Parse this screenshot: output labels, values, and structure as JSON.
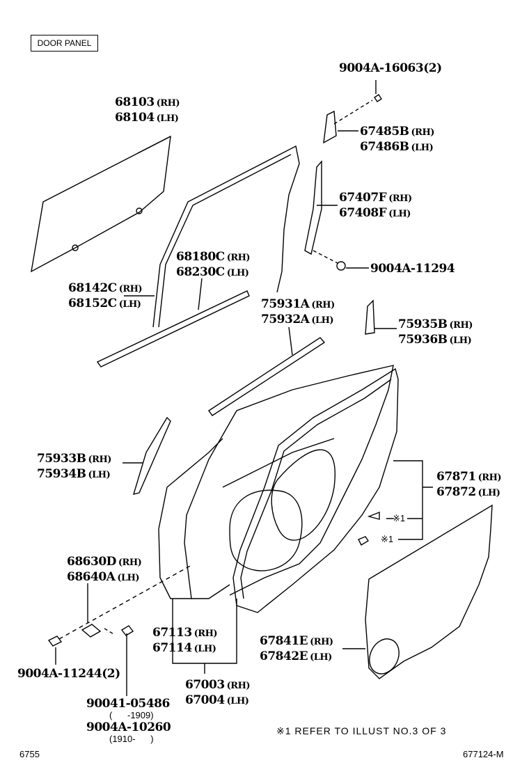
{
  "title": "DOOR PANEL",
  "parts": [
    {
      "id": "p1",
      "lines": [
        {
          "num": "9004A-16063(2)",
          "side": ""
        }
      ]
    },
    {
      "id": "p2",
      "lines": [
        {
          "num": "68103",
          "side": "(RH)"
        },
        {
          "num": "68104",
          "side": "(LH)"
        }
      ]
    },
    {
      "id": "p3",
      "lines": [
        {
          "num": "67485B",
          "side": "(RH)"
        },
        {
          "num": "67486B",
          "side": "(LH)"
        }
      ]
    },
    {
      "id": "p4",
      "lines": [
        {
          "num": "67407F",
          "side": "(RH)"
        },
        {
          "num": "67408F",
          "side": "(LH)"
        }
      ]
    },
    {
      "id": "p5",
      "lines": [
        {
          "num": "9004A-11294",
          "side": ""
        }
      ]
    },
    {
      "id": "p6",
      "lines": [
        {
          "num": "68180C",
          "side": "(RH)"
        },
        {
          "num": "68230C",
          "side": "(LH)"
        }
      ]
    },
    {
      "id": "p7",
      "lines": [
        {
          "num": "68142C",
          "side": "(RH)"
        },
        {
          "num": "68152C",
          "side": "(LH)"
        }
      ]
    },
    {
      "id": "p8",
      "lines": [
        {
          "num": "75931A",
          "side": "(RH)"
        },
        {
          "num": "75932A",
          "side": "(LH)"
        }
      ]
    },
    {
      "id": "p9",
      "lines": [
        {
          "num": "75935B",
          "side": "(RH)"
        },
        {
          "num": "75936B",
          "side": "(LH)"
        }
      ]
    },
    {
      "id": "p10",
      "lines": [
        {
          "num": "75933B",
          "side": "(RH)"
        },
        {
          "num": "75934B",
          "side": "(LH)"
        }
      ]
    },
    {
      "id": "p11",
      "lines": [
        {
          "num": "67871",
          "side": "(RH)"
        },
        {
          "num": "67872",
          "side": "(LH)"
        }
      ]
    },
    {
      "id": "p12",
      "lines": [
        {
          "num": "68630D",
          "side": "(RH)"
        },
        {
          "num": "68640A",
          "side": "(LH)"
        }
      ]
    },
    {
      "id": "p13",
      "lines": [
        {
          "num": "67113",
          "side": "(RH)"
        },
        {
          "num": "67114",
          "side": "(LH)"
        }
      ]
    },
    {
      "id": "p14",
      "lines": [
        {
          "num": "67841E",
          "side": "(RH)"
        },
        {
          "num": "67842E",
          "side": "(LH)"
        }
      ]
    },
    {
      "id": "p15",
      "lines": [
        {
          "num": "9004A-11244(2)",
          "side": ""
        }
      ]
    },
    {
      "id": "p16",
      "lines": [
        {
          "num": "67003",
          "side": "(RH)"
        },
        {
          "num": "67004",
          "side": "(LH)"
        }
      ]
    },
    {
      "id": "p17",
      "lines": [
        {
          "num": "90041-05486",
          "side": ""
        }
      ]
    },
    {
      "id": "p18",
      "lines": [
        {
          "num": "9004A-10260",
          "side": ""
        }
      ]
    }
  ],
  "date_ranges": {
    "r1": "(      -1909)",
    "r2": "(1910-      )"
  },
  "ref_marks": {
    "m1": "※1",
    "m2": "※1"
  },
  "footnote": "※1 REFER TO ILLUST NO.3 OF 3",
  "page_code": "6755",
  "illust_code": "677124-M"
}
